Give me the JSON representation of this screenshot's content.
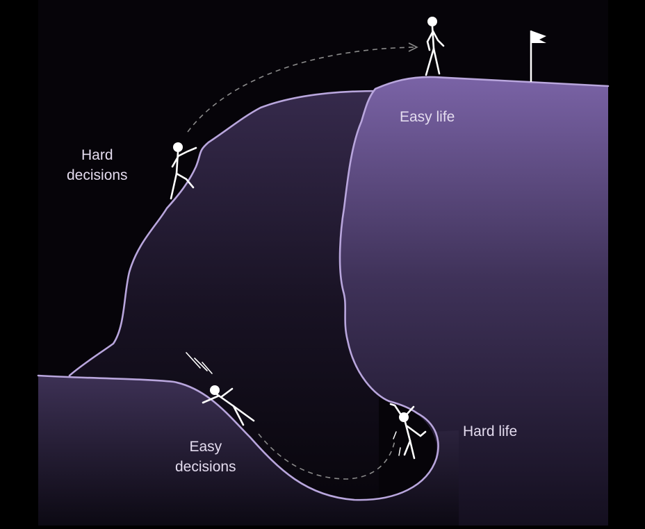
{
  "labels": {
    "easy_life": "Easy life",
    "hard_decisions_1": "Hard",
    "hard_decisions_2": "decisions",
    "easy_decisions_1": "Easy",
    "easy_decisions_2": "decisions",
    "hard_life": "Hard life"
  },
  "colors": {
    "background": "#000000",
    "panel": "#060409",
    "outline": "#b9a6dd",
    "hill_fill_top": "#7a63a6",
    "hill_fill_bottom": "#140f1f",
    "figure": "#ffffff",
    "text": "#e4dcef"
  },
  "icons": [
    "flag-icon",
    "walking-figure-icon",
    "climbing-figure-icon",
    "falling-figure-icon",
    "hanging-figure-icon"
  ]
}
